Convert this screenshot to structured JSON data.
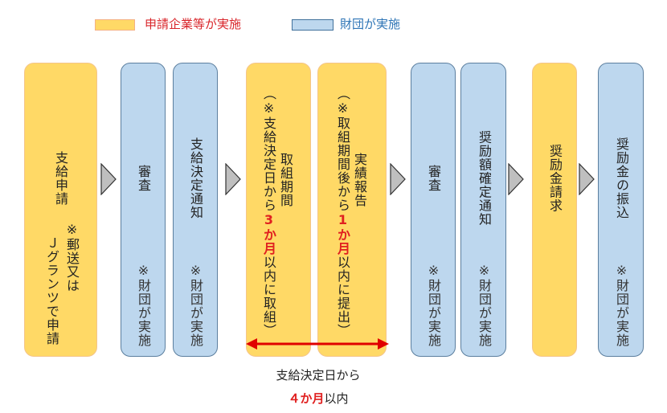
{
  "legend": {
    "applicant": {
      "label": "申請企業等が実施",
      "color": "#FFD966",
      "text_color": "#D9262B"
    },
    "foundation": {
      "label": "財団が実施",
      "color": "#BDD7EE",
      "text_color": "#2E75B6"
    }
  },
  "steps": [
    {
      "title": "支給申請",
      "notes": [
        "※郵送又は",
        "Ｊグランツで申請"
      ],
      "actor": "applicant"
    },
    {
      "title": "審査",
      "notes": [
        "※財団が実施"
      ],
      "actor": "foundation"
    },
    {
      "title": "支給決定通知",
      "notes": [
        "※財団が実施"
      ],
      "actor": "foundation"
    },
    {
      "title": "取組期間",
      "note_parts": [
        "（※支給決定日から",
        "3",
        "か月",
        "以内に取組）"
      ],
      "actor": "applicant"
    },
    {
      "title": "実績報告",
      "note_parts": [
        "（※取組期間後から",
        "1",
        "か月",
        "以内に提出）"
      ],
      "actor": "applicant"
    },
    {
      "title": "審査",
      "notes": [
        "※財団が実施"
      ],
      "actor": "foundation"
    },
    {
      "title": "奨励額確定通知",
      "notes": [
        "※財団が実施"
      ],
      "actor": "foundation"
    },
    {
      "title": "奨励金請求",
      "actor": "applicant"
    },
    {
      "title": "奨励金の振込",
      "notes": [
        "※財団が実施"
      ],
      "actor": "foundation"
    }
  ],
  "period": {
    "line1": "支給決定日から",
    "highlight_num": "４",
    "highlight_unit": "か月",
    "suffix": "以内",
    "arrow_color": "#E00000"
  }
}
